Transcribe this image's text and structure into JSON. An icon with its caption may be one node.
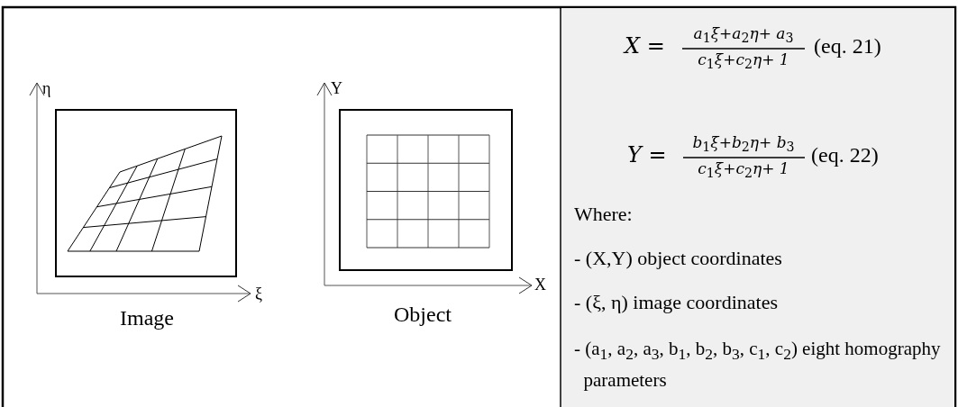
{
  "diagram": {
    "nodes": [
      {
        "text": [
          "X =",
          "a$_{1}$ξ+a$_{2}$η+ a$_{3}$",
          "c$_{1}$ξ+c$_{2}$η+ 1",
          "(eq. 21)",
          "Y =",
          "b$_{1}$ξ+b$_{2}$η+ b$_{3}$",
          "c$_{1}$ξ+c$_{2}$η+ 1",
          "(eq. 22)",
          "Where:",
          "- (X,Y) object coordinates",
          "- (ξ, η) image coordinates",
          "- (a$_{1}$, a$_{2}$, a$_{3}$, b$_{1}$, b$_{2}$, b$_{3}$, c$_{1}$, c$_{2}$) eight homography parameters"
        ]
      }
    ],
    "labels": [
      "η",
      "ξ",
      "Image",
      "Y",
      "X",
      "Object"
    ]
  }
}
